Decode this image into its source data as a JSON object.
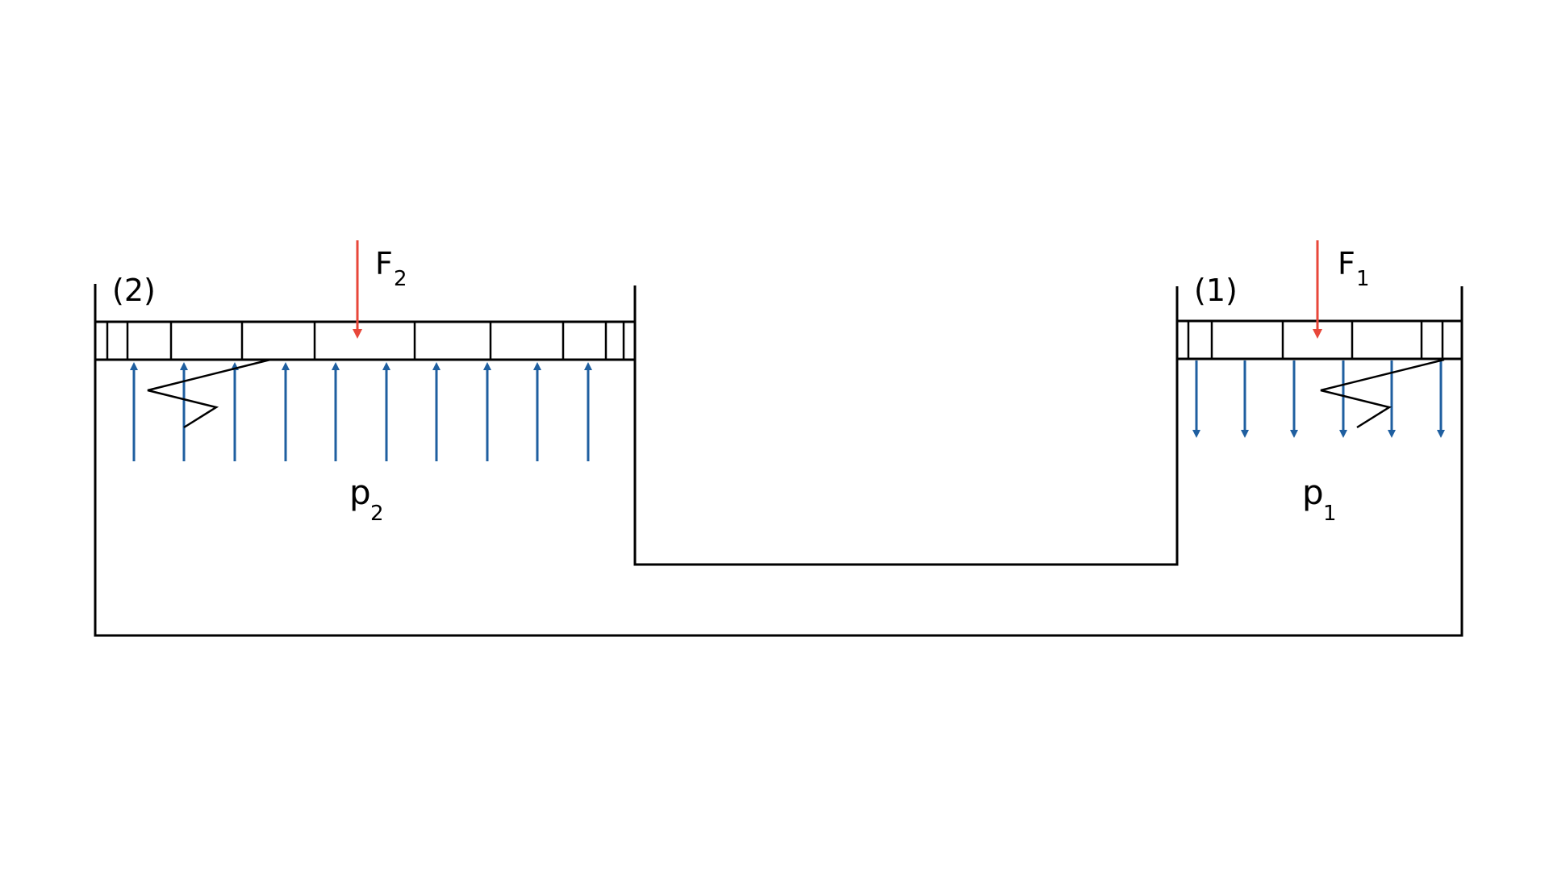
{
  "labels": {
    "piston_large": "(2)",
    "piston_small": "(1)",
    "force_large": "F",
    "force_large_sub": "2",
    "force_small": "F",
    "force_small_sub": "1",
    "pressure_large": "p",
    "pressure_large_sub": "2",
    "pressure_small": "p",
    "pressure_small_sub": "1"
  },
  "colors": {
    "force_arrow": "#e8473a",
    "pressure_arrow": "#1f5fa0",
    "outline": "#000000"
  },
  "icons": {
    "force": "arrow-down-icon",
    "pressure_large": "arrow-up-icon",
    "pressure_small": "arrow-down-icon",
    "break": "zigzag-break-icon"
  }
}
